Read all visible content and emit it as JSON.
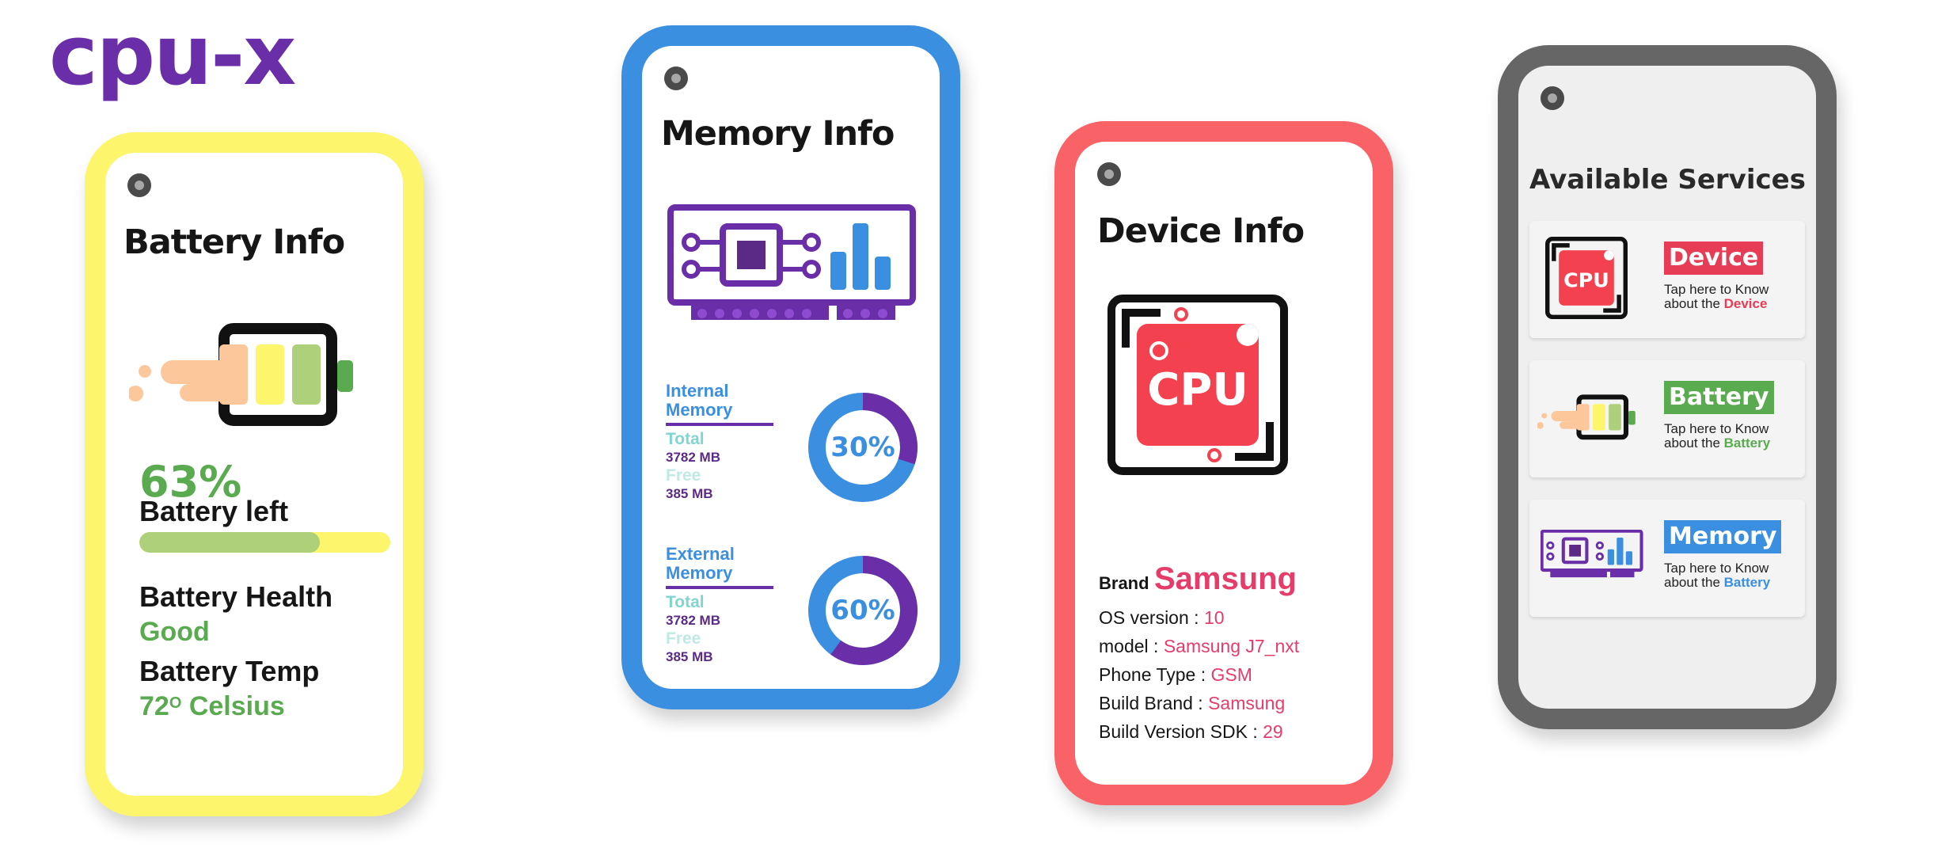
{
  "app": {
    "logo": "cpu-x"
  },
  "colors": {
    "battery_frame": "#fdf56b",
    "memory_frame": "#3b8fe0",
    "device_frame": "#f96266",
    "services_frame": "#666666",
    "accent_purple": "#6a2fa8",
    "accent_green": "#5aaa4f",
    "accent_pink": "#e63c6a"
  },
  "battery": {
    "title": "Battery Info",
    "percent_label": "63%",
    "level": 0.63,
    "left_label": "Battery left",
    "health_label": "Battery Health",
    "health_value": "Good",
    "temp_label": "Battery Temp",
    "temp_number": "72",
    "temp_unit": "Celsius"
  },
  "memory": {
    "title": "Memory Info",
    "internal": {
      "heading_1": "Internal",
      "heading_2": "Memory",
      "total_label": "Total",
      "total_value": "3782 MB",
      "free_label": "Free",
      "free_value": "385 MB",
      "percent_label": "30%",
      "percent": 30
    },
    "external": {
      "heading_1": "External",
      "heading_2": "Memory",
      "total_label": "Total",
      "total_value": "3782 MB",
      "free_label": "Free",
      "free_value": "385 MB",
      "percent_label": "60%",
      "percent": 60
    }
  },
  "device": {
    "title": "Device Info",
    "chip_text": "CPU",
    "brand_label": "Brand",
    "brand_value": "Samsung",
    "os_label": "OS version : ",
    "os_value": "10",
    "model_label": "model : ",
    "model_value": "Samsung J7_nxt",
    "phone_type_label": "Phone Type : ",
    "phone_type_value": "GSM",
    "build_brand_label": "Build Brand : ",
    "build_brand_value": "Samsung",
    "sdk_label": "Build Version SDK : ",
    "sdk_value": "29"
  },
  "services": {
    "title": "Available Services",
    "items": [
      {
        "tag": "Device",
        "line1": "Tap here to Know",
        "line2_prefix": "about the ",
        "line2_highlight": "Device",
        "color": "#e63c56",
        "icon": "cpu-chip-icon"
      },
      {
        "tag": "Battery",
        "line1": "Tap here to Know",
        "line2_prefix": "about the ",
        "line2_highlight": "Battery",
        "color": "#5aaa4f",
        "icon": "battery-icon"
      },
      {
        "tag": "Memory",
        "line1": "Tap here to Know",
        "line2_prefix": "about the ",
        "line2_highlight": "Battery",
        "color": "#3b8fe0",
        "icon": "memory-card-icon"
      }
    ]
  }
}
